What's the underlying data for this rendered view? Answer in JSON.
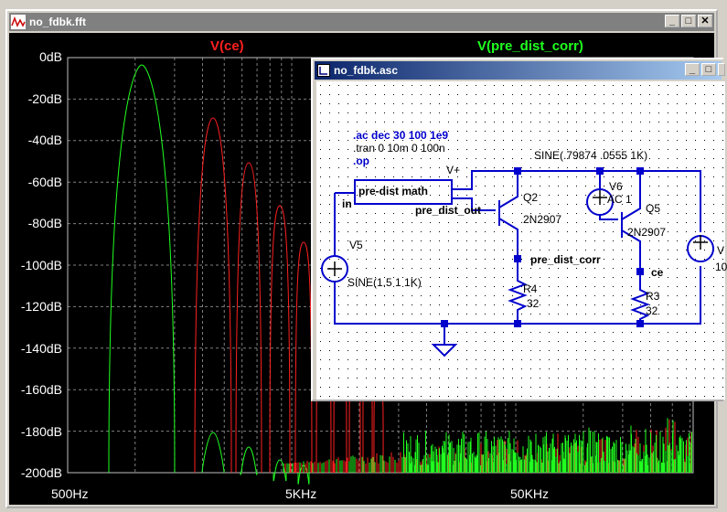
{
  "fft_window": {
    "title": "no_fdbk.fft",
    "traces": [
      {
        "name": "V(ce)",
        "color": "#ff2020"
      },
      {
        "name": "V(pre_dist_corr)",
        "color": "#20ff20"
      }
    ],
    "y_ticks": [
      "0dB",
      "-20dB",
      "-40dB",
      "-60dB",
      "-80dB",
      "-100dB",
      "-120dB",
      "-140dB",
      "-160dB",
      "-180dB",
      "-200dB"
    ],
    "x_ticks": [
      "500Hz",
      "5KHz",
      "50KHz"
    ]
  },
  "schematic_window": {
    "title": "no_fdbk.asc",
    "directives": [
      ".ac dec 30 100 1e9",
      ".tran 0 10m 0 100n",
      ".op"
    ],
    "labels": {
      "sine_top": "SINE(.79874 .0555 1K)",
      "vplus": "V+",
      "q2": "Q2",
      "q2_model": "2N2907",
      "q5": "Q5",
      "q5_model": "2N2907",
      "v6": "V6",
      "v6_ac": "AC 1",
      "predist_math": "pre-dist math",
      "predist_out": "pre_dist_out",
      "in": "in",
      "v5": "V5",
      "v5_sine": "SINE(1.5  1 1K)",
      "predist_corr": "pre_dist_corr",
      "r4": "R4",
      "r4_val": "32",
      "r3": "R3",
      "r3_val": "32",
      "ce": "ce",
      "v_right": "V",
      "v_right_val": "10"
    }
  },
  "colors": {
    "fft_bg": "#000000",
    "grid": "#808080",
    "red_trace": "#ff2020",
    "green_trace": "#20ff20",
    "wire": "#0000cc"
  }
}
